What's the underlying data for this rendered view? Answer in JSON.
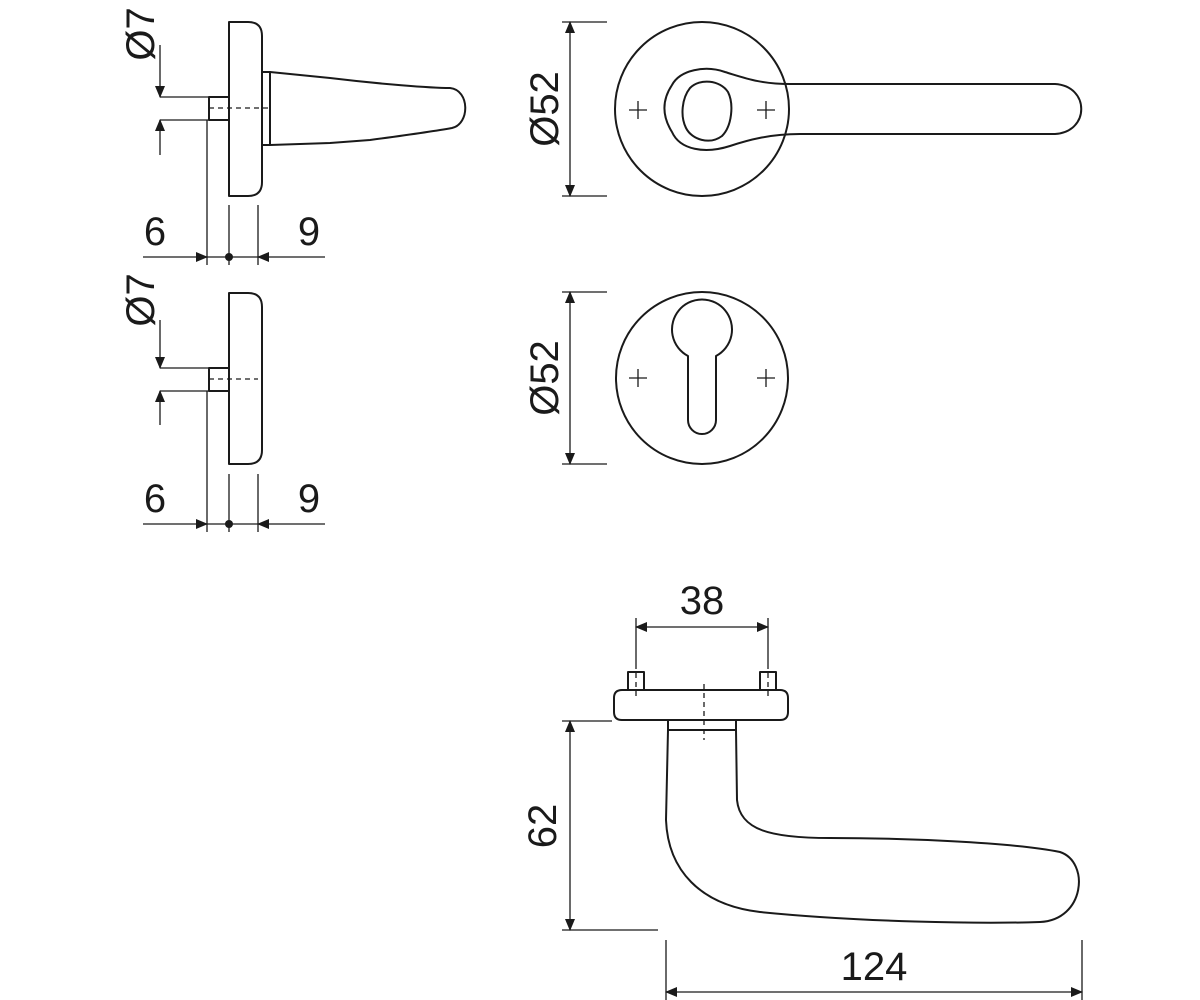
{
  "drawing": {
    "side_lever": {
      "spindle_diameter": "Ø7",
      "offset_left": "6",
      "offset_right": "9"
    },
    "side_rose": {
      "spindle_diameter": "Ø7",
      "offset_left": "6",
      "offset_right": "9"
    },
    "front_lever_rose": {
      "diameter": "Ø52"
    },
    "front_key_rose": {
      "diameter": "Ø52"
    },
    "top_view": {
      "screw_spacing": "38",
      "height": "62",
      "length": "124"
    }
  },
  "colors": {
    "line": "#1a1a1a",
    "background": "#ffffff"
  }
}
